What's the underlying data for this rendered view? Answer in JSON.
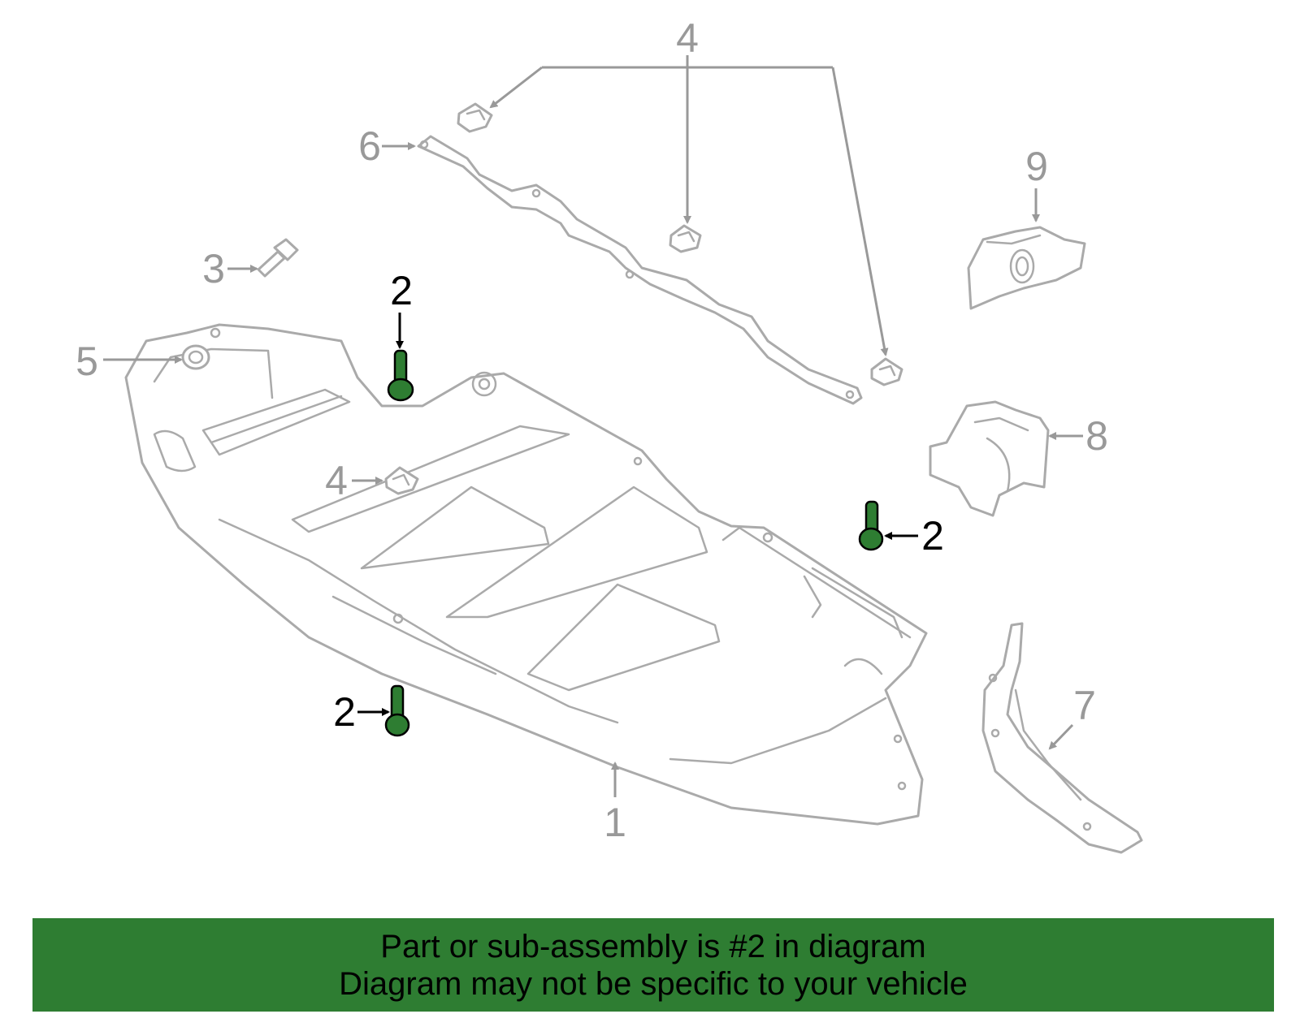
{
  "callouts": {
    "c1": "1",
    "c2": "2",
    "c3": "3",
    "c4": "4",
    "c5": "5",
    "c6": "6",
    "c7": "7",
    "c8": "8",
    "c9": "9"
  },
  "banner": {
    "line1": "Part or sub-assembly is #2 in diagram",
    "line2": "Diagram may not be specific to your vehicle"
  },
  "colors": {
    "highlight": "#2e7d32",
    "outline": "#aaaaaa",
    "label_gray": "#999999",
    "label_black": "#000000"
  }
}
